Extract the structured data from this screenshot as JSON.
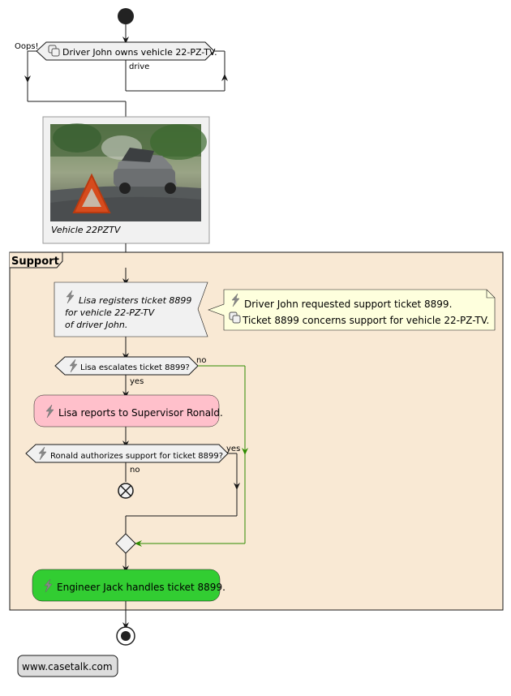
{
  "loop": {
    "condition": "Driver John owns vehicle 22-PZ-TV.",
    "back_label": "Oops!",
    "forward_label": "drive"
  },
  "vehicle_caption": "Vehicle 22PZTV",
  "partition_title": "Support",
  "register_note": {
    "line1": "Lisa registers ticket 8899",
    "line2": "for vehicle 22-PZ-TV",
    "line3": "of driver John."
  },
  "comment_note": {
    "line1": "Driver John requested support ticket 8899.",
    "line2": "Ticket 8899 concerns support for vehicle 22-PZ-TV."
  },
  "escalate_decision": {
    "question": "Lisa escalates ticket 8899?",
    "no_label": "no",
    "yes_label": "yes"
  },
  "report_activity": "Lisa reports to Supervisor Ronald.",
  "authorize_decision": {
    "question": "Ronald authorizes support for ticket 8899?",
    "yes_label": "yes",
    "no_label": "no"
  },
  "handle_activity": "Engineer Jack handles ticket 8899.",
  "footer_link": "www.casetalk.com",
  "colors": {
    "partition_bg": "#F9E9D4",
    "report_bg": "#FFC0CB",
    "handle_bg": "#32CD32",
    "note_bg": "#FEFFDD",
    "arrow_green": "#2E8B00"
  }
}
